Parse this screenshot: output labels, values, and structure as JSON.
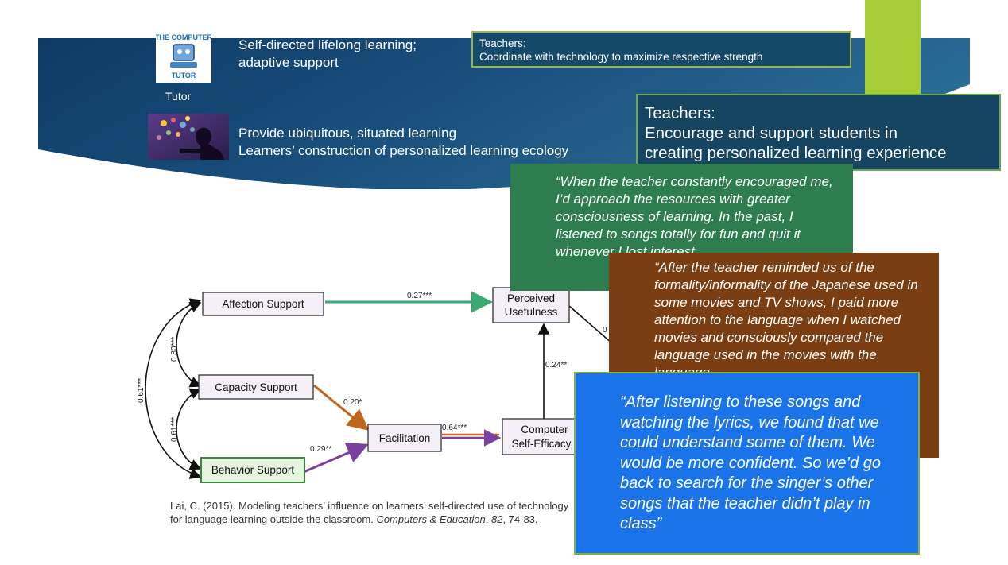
{
  "tutor": {
    "logo_top": "THE COMPUTER",
    "logo_bottom": "TUTOR",
    "label": "Tutor"
  },
  "banner": {
    "line1": "Self-directed lifelong learning;",
    "line2": "adaptive support",
    "line3": "Provide ubiquitous, situated learning",
    "line4": "Learners’ construction of personalized learning ecology"
  },
  "teacher_box_1": {
    "heading": "Teachers:",
    "text": "Coordinate with technology to maximize respective strength"
  },
  "teacher_box_2": {
    "heading": "Teachers:",
    "line1": "Encourage and support students in",
    "line2": "creating personalized learning experience"
  },
  "quotes": {
    "q1": "“When the teacher constantly encouraged me, I’d approach the resources with greater consciousness of learning. In the past, I listened to songs totally for fun and quit it whenever I lost interest.",
    "q2": "“After the teacher reminded us of the formality/informality of the Japanese used in some movies and TV shows, I paid more attention to the language when I watched movies and consciously compared the language used in the movies with the language",
    "q3": "“After listening to these songs and watching the lyrics, we found that we could understand some of them. We would be more confident. So we’d go back to search for the singer’s other songs that the teacher didn’t play in class”"
  },
  "diagram": {
    "nodes": {
      "affection": "Affection Support",
      "capacity": "Capacity Support",
      "behavior": "Behavior Support",
      "facilitation": "Facilitation",
      "pu_line1": "Perceived",
      "pu_line2": "Usefulness",
      "cse_line1": "Computer",
      "cse_line2": "Self-Efficacy"
    },
    "coefficients": {
      "affection_pu": "0.27***",
      "capacity_fac": "0.20*",
      "behavior_fac": "0.29**",
      "fac_cse": "0.64***",
      "cse_pu": "0.24**",
      "aff_cap": "0.80***",
      "aff_beh": "0.61***",
      "cap_beh": "0.61***",
      "pu_right": "0"
    },
    "colors": {
      "green": "#3aaa73",
      "orange": "#c0641e",
      "purple": "#7a3fa0"
    }
  },
  "citation": {
    "part1": "Lai, C. (2015). Modeling teachers’ influence on learners’ self-directed use of technology for language learning outside the classroom. ",
    "journal": "Computers & Education",
    "part2": ", ",
    "volume": "82",
    "part3": ", 74-83."
  }
}
